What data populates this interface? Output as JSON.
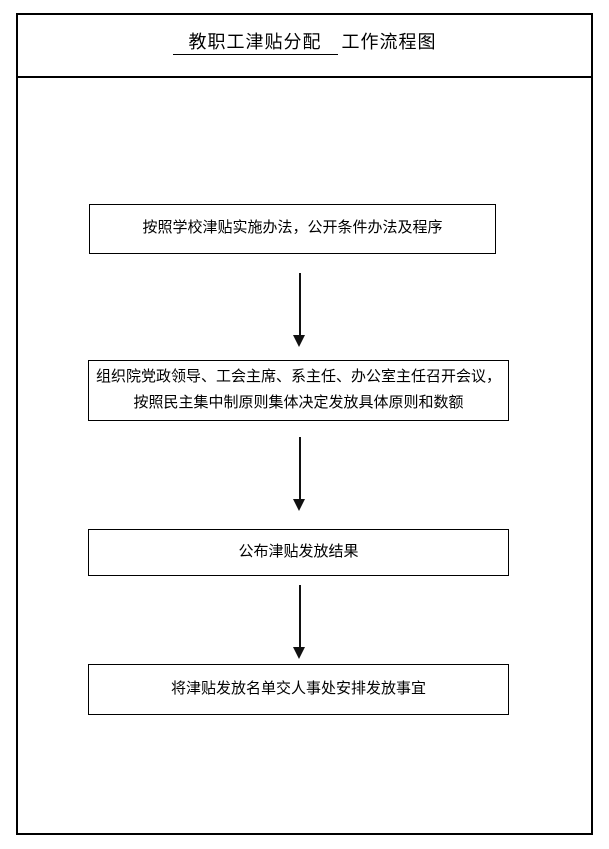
{
  "title": {
    "underlined_segment": "教职工津贴分配",
    "rest_segment": "工作流程图"
  },
  "flowchart": {
    "steps": [
      {
        "label": "按照学校津贴实施办法，公开条件办法及程序"
      },
      {
        "label": "组织院党政领导、工会主席、系主任、办公室主任召开会议，按照民主集中制原则集体决定发放具体原则和数额"
      },
      {
        "label": "公布津贴发放结果"
      },
      {
        "label": "将津贴发放名单交人事处安排发放事宜"
      }
    ],
    "connector_type": "down-arrow",
    "connector_count": 3
  },
  "colors": {
    "border": "#000000",
    "background": "#ffffff",
    "text": "#000000",
    "arrow": "#111111"
  }
}
